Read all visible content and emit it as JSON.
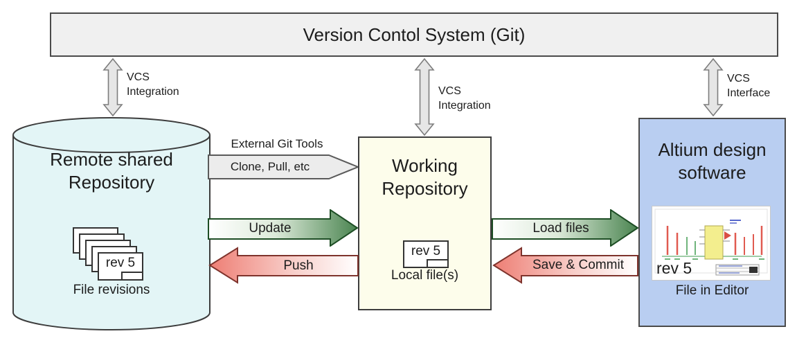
{
  "colors": {
    "bar_fill": "#f0f0f0",
    "border_dark": "#4a4a4a",
    "varrow_fill": "#e6e6e6",
    "varrow_border": "#7d7d7d",
    "cylinder_fill": "#e3f5f6",
    "cylinder_border": "#3d3d3d",
    "working_fill": "#fdfdeb",
    "altium_fill": "#b9cef1",
    "gray_arrow_fill": "#ececec",
    "gray_arrow_border": "#5a5a5a",
    "green_fill": "#4a8450",
    "green_border": "#1d4d24",
    "red_fill": "#ee7e74",
    "red_border": "#7e332c",
    "text": "#1c1c1c"
  },
  "vcs_bar": {
    "title": "Version Contol System (Git)"
  },
  "links": {
    "left": "VCS\nIntegration",
    "middle": "VCS\nIntegration",
    "right": "VCS\nInterface"
  },
  "remote_repo": {
    "title": "Remote shared\nRepository",
    "file_label": "rev 5",
    "caption": "File revisions"
  },
  "external_tools": {
    "label": "External Git Tools",
    "arrow_label": "Clone, Pull, etc"
  },
  "working_repo": {
    "title": "Working\nRepository",
    "file_label": "rev 5",
    "caption": "Local file(s)"
  },
  "altium": {
    "title": "Altium design\nsoftware",
    "file_label": "rev 5",
    "caption": "File in Editor"
  },
  "flows": {
    "update": "Update",
    "push": "Push",
    "load": "Load files",
    "save": "Save & Commit"
  }
}
